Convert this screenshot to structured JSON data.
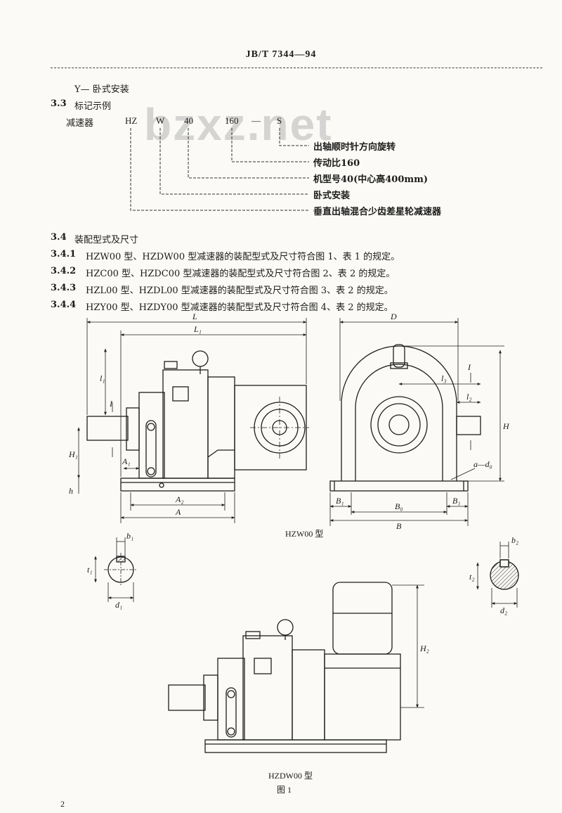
{
  "header": {
    "title": "JB/T 7344—94"
  },
  "watermark": "bzxz.net",
  "intro_line": "Y— 卧式安装",
  "section_3_3": {
    "num": "3.3",
    "title": "标记示例"
  },
  "marking": {
    "label": "减速器",
    "codes": [
      "HZ",
      "W",
      "40",
      "160",
      "S"
    ],
    "dash": "—",
    "explanations": [
      "出轴顺时针方向旋转",
      "传动比160",
      "机型号40(中心高400mm)",
      "卧式安装",
      "垂直出轴混合少齿差星轮减速器"
    ]
  },
  "section_3_4": {
    "num": "3.4",
    "title": "装配型式及尺寸",
    "items": [
      {
        "num": "3.4.1",
        "text": "HZW00 型、HZDW00 型减速器的装配型式及尺寸符合图 1、表 1 的规定。"
      },
      {
        "num": "3.4.2",
        "text": "HZC00 型、HZDC00 型减速器的装配型式及尺寸符合图 2、表 2 的规定。"
      },
      {
        "num": "3.4.3",
        "text": "HZL00 型、HZDL00 型减速器的装配型式及尺寸符合图 3、表 2 的规定。"
      },
      {
        "num": "3.4.4",
        "text": "HZY00 型、HZDY00 型减速器的装配型式及尺寸符合图 4、表 2 的规定。"
      }
    ]
  },
  "figure": {
    "dims": {
      "L": "L",
      "L1": "L₁",
      "l1": "l₁",
      "H1": "H₁",
      "h": "h",
      "A1": "A₁",
      "A2": "A₂",
      "A": "A",
      "D": "D",
      "H": "H",
      "l3": "l₃",
      "l2": "l₂",
      "a_d0": "a—d₀",
      "B1": "B₁",
      "B0": "B₀",
      "B": "B",
      "b1": "b₁",
      "t1": "t₁",
      "d1": "d₁",
      "b2": "b₂",
      "t2": "t₂",
      "d2": "d₂",
      "H2": "H₂",
      "I": "I"
    },
    "caption_top": "HZW00 型",
    "caption_bottom": "HZDW00 型",
    "figure_label": "图 1"
  },
  "page_number": "2"
}
